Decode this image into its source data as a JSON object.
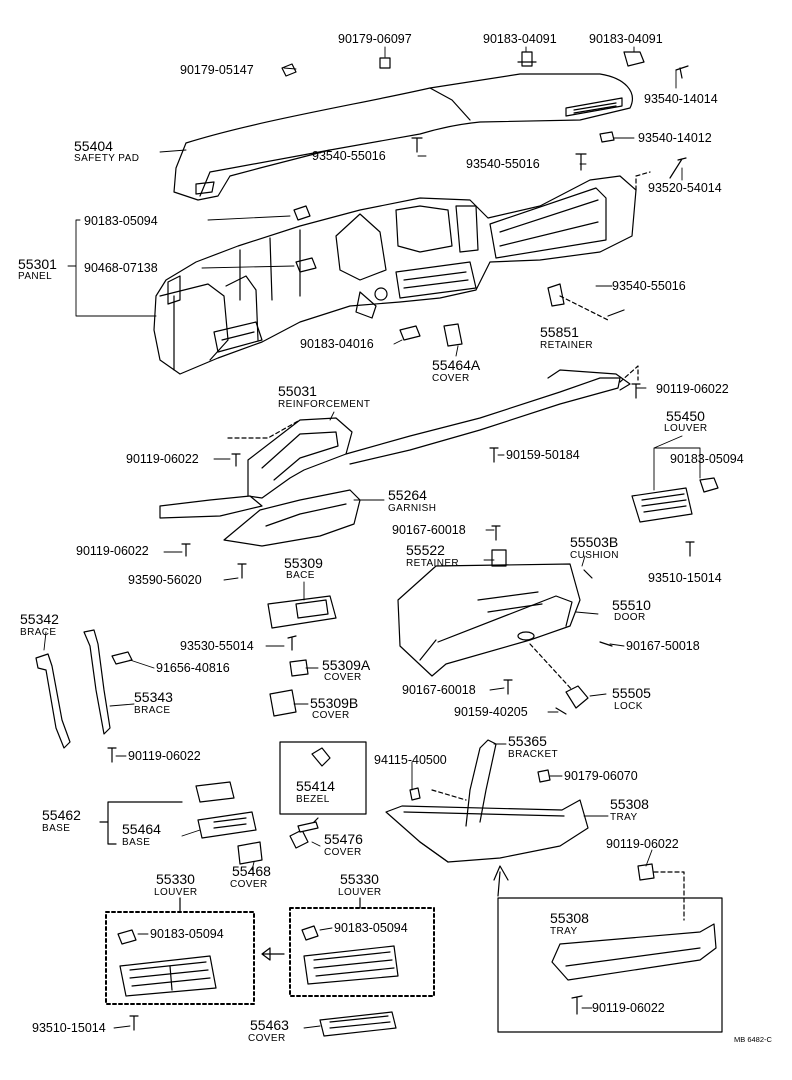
{
  "diagram": {
    "stamp": "MB 6482-C",
    "callouts": {
      "c_90179_06097": {
        "num": "90179-06097"
      },
      "c_90183_04091a": {
        "num": "90183-04091"
      },
      "c_90183_04091b": {
        "num": "90183-04091"
      },
      "c_90179_05147": {
        "num": "90179-05147"
      },
      "c_93540_14014": {
        "num": "93540-14014"
      },
      "c_55404": {
        "num": "55404",
        "name": "SAFETY PAD"
      },
      "c_93540_14012": {
        "num": "93540-14012"
      },
      "c_93540_55016a": {
        "num": "93540-55016"
      },
      "c_93540_55016b": {
        "num": "93540-55016"
      },
      "c_93520_54014": {
        "num": "93520-54014"
      },
      "c_90183_05094a": {
        "num": "90183-05094"
      },
      "c_55301": {
        "num": "55301",
        "name": "PANEL"
      },
      "c_90468_07138": {
        "num": "90468-07138"
      },
      "c_93540_55016c": {
        "num": "93540-55016"
      },
      "c_55851": {
        "num": "55851",
        "name": "RETAINER"
      },
      "c_90183_04016": {
        "num": "90183-04016"
      },
      "c_55464A": {
        "num": "55464A",
        "name": "COVER"
      },
      "c_90119_06022a": {
        "num": "90119-06022"
      },
      "c_55031": {
        "num": "55031",
        "name": "REINFORCEMENT"
      },
      "c_55450": {
        "num": "55450",
        "name": "LOUVER"
      },
      "c_90119_06022b": {
        "num": "90119-06022"
      },
      "c_90159_50184": {
        "num": "90159-50184"
      },
      "c_90183_05094b": {
        "num": "90183-05094"
      },
      "c_55264": {
        "num": "55264",
        "name": "GARNISH"
      },
      "c_90167_60018a": {
        "num": "90167-60018"
      },
      "c_55503B": {
        "num": "55503B",
        "name": "CUSHION"
      },
      "c_90119_06022c": {
        "num": "90119-06022"
      },
      "c_55522": {
        "num": "55522",
        "name": "RETAINER"
      },
      "c_93510_15014a": {
        "num": "93510-15014"
      },
      "c_93590_56020": {
        "num": "93590-56020"
      },
      "c_55309": {
        "num": "55309",
        "name": "BACE"
      },
      "c_55510": {
        "num": "55510",
        "name": "DOOR"
      },
      "c_55342": {
        "num": "55342",
        "name": "BRACE"
      },
      "c_93530_55014": {
        "num": "93530-55014"
      },
      "c_90167_50018": {
        "num": "90167-50018"
      },
      "c_91656_40816": {
        "num": "91656-40816"
      },
      "c_55309A": {
        "num": "55309A",
        "name": "COVER"
      },
      "c_90167_60018b": {
        "num": "90167-60018"
      },
      "c_55505": {
        "num": "55505",
        "name": "LOCK"
      },
      "c_55343": {
        "num": "55343",
        "name": "BRACE"
      },
      "c_55309B": {
        "num": "55309B",
        "name": "COVER"
      },
      "c_90159_40205": {
        "num": "90159-40205"
      },
      "c_90119_06022d": {
        "num": "90119-06022"
      },
      "c_94115_40500": {
        "num": "94115-40500"
      },
      "c_55365": {
        "num": "55365",
        "name": "BRACKET"
      },
      "c_55414": {
        "num": "55414",
        "name": "BEZEL"
      },
      "c_90179_06070": {
        "num": "90179-06070"
      },
      "c_55462": {
        "num": "55462",
        "name": "BASE"
      },
      "c_55308a": {
        "num": "55308",
        "name": "TRAY"
      },
      "c_55464": {
        "num": "55464",
        "name": "BASE"
      },
      "c_55476": {
        "num": "55476",
        "name": "COVER"
      },
      "c_90119_06022e": {
        "num": "90119-06022"
      },
      "c_55468": {
        "num": "55468",
        "name": "COVER"
      },
      "c_55330a": {
        "num": "55330",
        "name": "LOUVER"
      },
      "c_55330b": {
        "num": "55330",
        "name": "LOUVER"
      },
      "c_90183_05094c": {
        "num": "90183-05094"
      },
      "c_90183_05094d": {
        "num": "90183-05094"
      },
      "c_55308b": {
        "num": "55308",
        "name": "TRAY"
      },
      "c_90119_06022f": {
        "num": "90119-06022"
      },
      "c_93510_15014b": {
        "num": "93510-15014"
      },
      "c_55463": {
        "num": "55463",
        "name": "COVER"
      }
    }
  }
}
